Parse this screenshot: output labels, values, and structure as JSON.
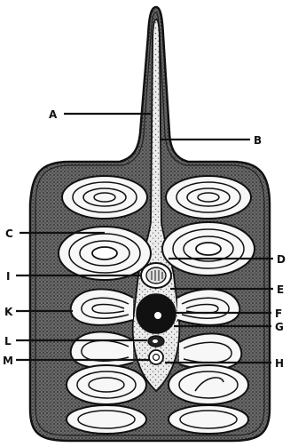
{
  "figure": {
    "labels": {
      "A": "A",
      "B": "B",
      "C": "C",
      "D": "D",
      "E": "E",
      "F": "F",
      "G": "G",
      "H": "H",
      "I": "I",
      "K": "K",
      "L": "L",
      "M": "M"
    }
  },
  "colors": {
    "ink": "#111111",
    "body_fill": "#5a5a5a",
    "tube_fill": "#e8e8e8",
    "background": "#ffffff"
  }
}
